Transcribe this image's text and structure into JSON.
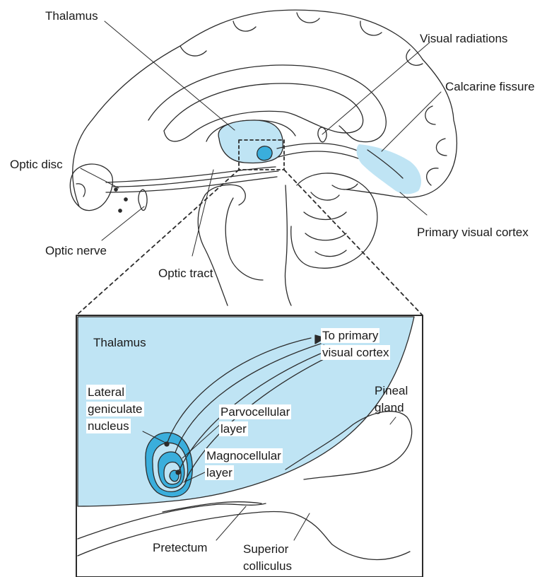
{
  "colors": {
    "highlight": "#bfe4f4",
    "lgn_dark": "#3aaedc",
    "outline": "#2b2b2b",
    "background": "#ffffff"
  },
  "labels": {
    "thalamus": "Thalamus",
    "visual_radiations": "Visual radiations",
    "calcarine_fissure": "Calcarine fissure",
    "optic_disc": "Optic disc",
    "optic_nerve": "Optic nerve",
    "optic_tract": "Optic tract",
    "primary_visual_cortex": "Primary visual cortex"
  },
  "inset": {
    "thalamus": "Thalamus",
    "to_cortex_line1": "To primary",
    "to_cortex_line2": "visual cortex",
    "lgn_line1": "Lateral",
    "lgn_line2": "geniculate",
    "lgn_line3": "nucleus",
    "parvo_line1": "Parvocellular",
    "parvo_line2": "layer",
    "magno_line1": "Magnocellular",
    "magno_line2": "layer",
    "pineal_line1": "Pineal",
    "pineal_line2": "gland",
    "pretectum": "Pretectum",
    "superior_line1": "Superior",
    "superior_line2": "colliculus"
  }
}
